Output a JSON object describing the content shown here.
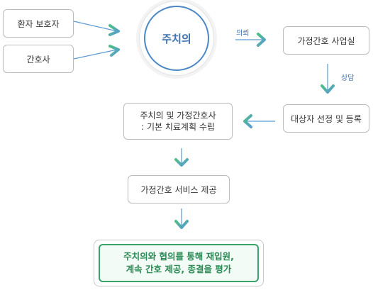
{
  "nodes": {
    "patient_guardian": "환자 보호자",
    "nurse": "간호사",
    "attending_physician": "주치의",
    "home_care_agency": "가정간호 사업실",
    "select_register": "대상자 선정 및 등록",
    "plan": {
      "line1": "주치의 및 가정간호사",
      "line2": ": 기본 치료계획 수립"
    },
    "service": "가정간호 서비스 제공",
    "final": {
      "line1": "주치의와 협의를 통해 재입원,",
      "line2": "계속 간호 제공, 종결을 평가"
    }
  },
  "edge_labels": {
    "request": "의뢰",
    "consult": "상담"
  },
  "colors": {
    "arrow_blue": "#5b9bd5",
    "arrow_green": "#4cbf86",
    "circle_border": "#4a87c4",
    "final_border": "#39a36a"
  }
}
